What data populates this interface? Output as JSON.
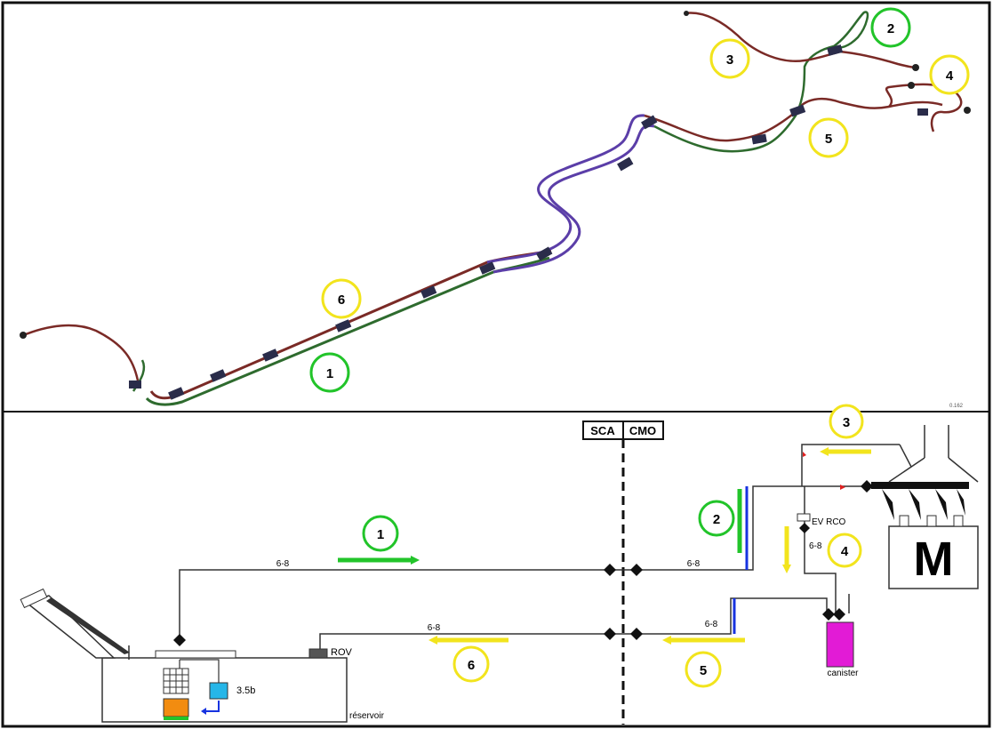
{
  "top_view": {
    "scale_text": "0.162",
    "callouts": [
      {
        "num": "1",
        "ring": "green"
      },
      {
        "num": "2",
        "ring": "green"
      },
      {
        "num": "3",
        "ring": "yellow"
      },
      {
        "num": "4",
        "ring": "yellow"
      },
      {
        "num": "5",
        "ring": "yellow"
      },
      {
        "num": "6",
        "ring": "yellow"
      }
    ]
  },
  "schematic": {
    "boundary_left": "SCA",
    "boundary_right": "CMO",
    "callouts": [
      {
        "num": "1",
        "ring": "green"
      },
      {
        "num": "2",
        "ring": "green"
      },
      {
        "num": "3",
        "ring": "yellow"
      },
      {
        "num": "4",
        "ring": "yellow"
      },
      {
        "num": "5",
        "ring": "yellow"
      },
      {
        "num": "6",
        "ring": "yellow"
      }
    ],
    "labels": {
      "size_upper_left": "6-8",
      "size_upper_right": "6-8",
      "size_lower_left": "6-8",
      "size_lower_right": "6-8",
      "size_vertical": "6-8",
      "ev_rco": "EV RCO",
      "rov": "ROV",
      "pressure": "3.5b",
      "reservoir": "réservoir",
      "canister": "canister",
      "engine": "M"
    }
  },
  "colors": {
    "green_ring": "#22c42a",
    "yellow_ring": "#f2e41d",
    "pipe_red": "#7a2a26",
    "pipe_green": "#2e6b2e",
    "pipe_purple": "#5b3ea8",
    "canister": "#e21bd6",
    "pump": "#f28c10",
    "filter": "#26b6e8"
  }
}
